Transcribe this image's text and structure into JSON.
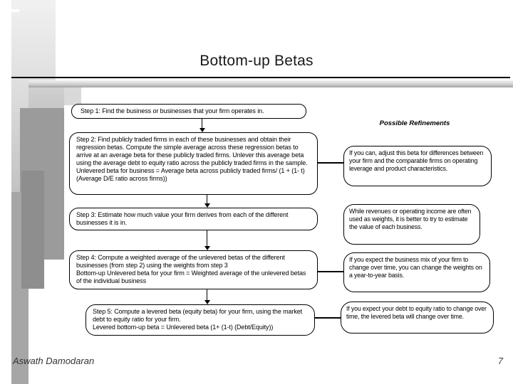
{
  "slide": {
    "title": "Bottom-up Betas",
    "footer_author": "Aswath Damodaran",
    "footer_page": "7"
  },
  "flowchart": {
    "refinements_heading": "Possible Refinements",
    "steps": [
      {
        "id": "step-1",
        "text": "Step 1: Find the business or businesses that your firm operates in."
      },
      {
        "id": "step-2",
        "text": "Step 2: Find publicly traded firms in each of these businesses and obtain their regression betas. Compute the simple average across these regression betas to arrive at an average beta for these publicly traded firms. Unlever this average beta using the average debt to equity ratio across the publicly traded firms in the sample.\nUnlevered beta for business = Average beta across publicly traded firms/ (1 + (1- t) (Average D/E ratio across firms))"
      },
      {
        "id": "step-3",
        "text": "Step 3: Estimate how much value your firm derives from each of the different businesses it is in."
      },
      {
        "id": "step-4",
        "text": "Step 4: Compute a weighted average of the unlevered betas of the different businesses (from step 2) using the weights from step 3\nBottom-up Unlevered beta for your firm = Weighted average of the unlevered betas of the individual business"
      },
      {
        "id": "step-5",
        "text": "Step 5: Compute a levered beta (equity beta) for your firm, using the market debt to equity ratio for your firm.\nLevered bottom-up beta = Unlevered beta (1+ (1-t) (Debt/Equity))"
      }
    ],
    "refinements": [
      {
        "id": "refinement-1",
        "text": "If you can, adjust this beta for differences between your firm and the comparable firms on operating leverage and product characteristics."
      },
      {
        "id": "refinement-2",
        "text": "While revenues or operating income are often used as weights, it is better to try to estimate the value of each business."
      },
      {
        "id": "refinement-3",
        "text": "If you expect the business mix of your firm to change over time, you can change the weights on a year-to-year basis."
      },
      {
        "id": "refinement-4",
        "text": "If you expect your debt to equity ratio to change over time, the levered beta will change over time."
      }
    ]
  },
  "colors": {
    "background": "#ffffff",
    "text": "#000000",
    "box_border": "#000000",
    "box_background": "#ffffff",
    "title_rule": "#000000",
    "decoration_grays": [
      "#f1f1f1",
      "#d9d9d9",
      "#b6b6b6",
      "#9b9b9b",
      "#8e8e8e",
      "#a6a6a6"
    ]
  }
}
